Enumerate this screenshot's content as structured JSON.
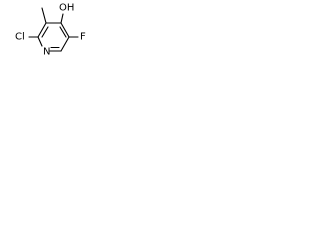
{
  "structure": {
    "atoms": {
      "chlorine": "Cl",
      "nitrogen": "N",
      "fluorine": "F",
      "hydroxyl": "OH"
    },
    "colors": {
      "bond": "#000000",
      "label": "#000000",
      "background": "#ffffff"
    }
  }
}
